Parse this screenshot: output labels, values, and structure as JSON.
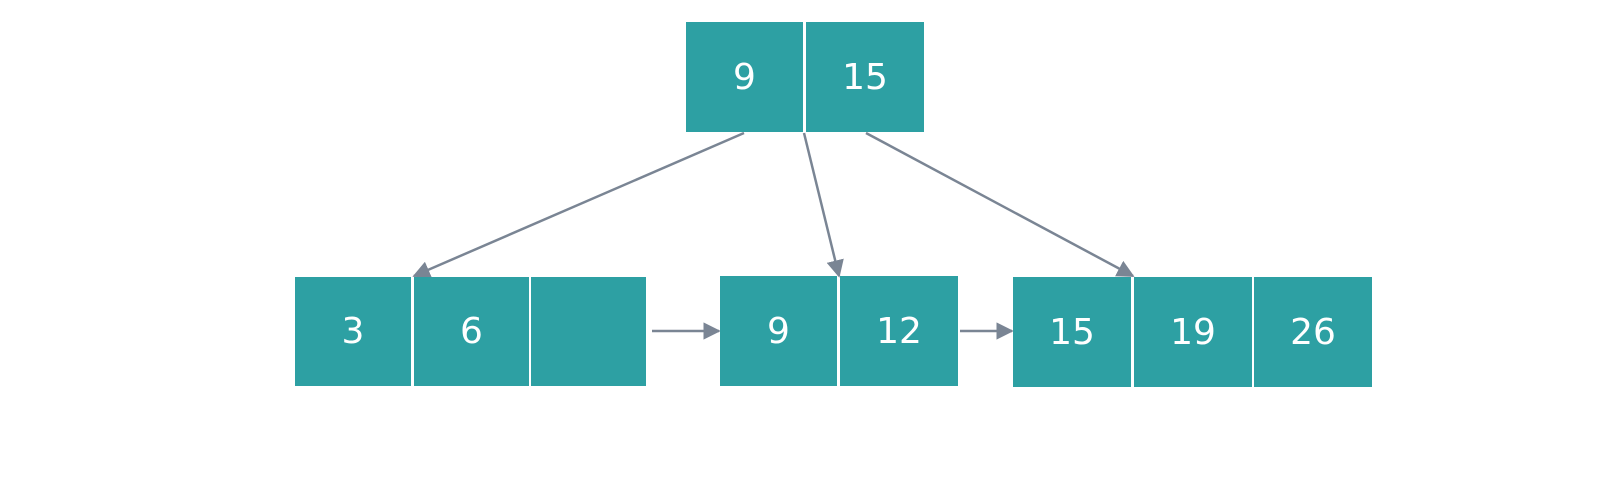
{
  "diagram": {
    "colors": {
      "node_fill": "#2da0a3",
      "key_text": "#ffffff",
      "arrow": "#7a8594",
      "background": "#ffffff"
    },
    "root": {
      "keys": [
        "9",
        "15"
      ]
    },
    "leaves": [
      {
        "keys": [
          "3",
          "6",
          ""
        ]
      },
      {
        "keys": [
          "9",
          "12"
        ]
      },
      {
        "keys": [
          "15",
          "19",
          "26"
        ]
      }
    ]
  }
}
